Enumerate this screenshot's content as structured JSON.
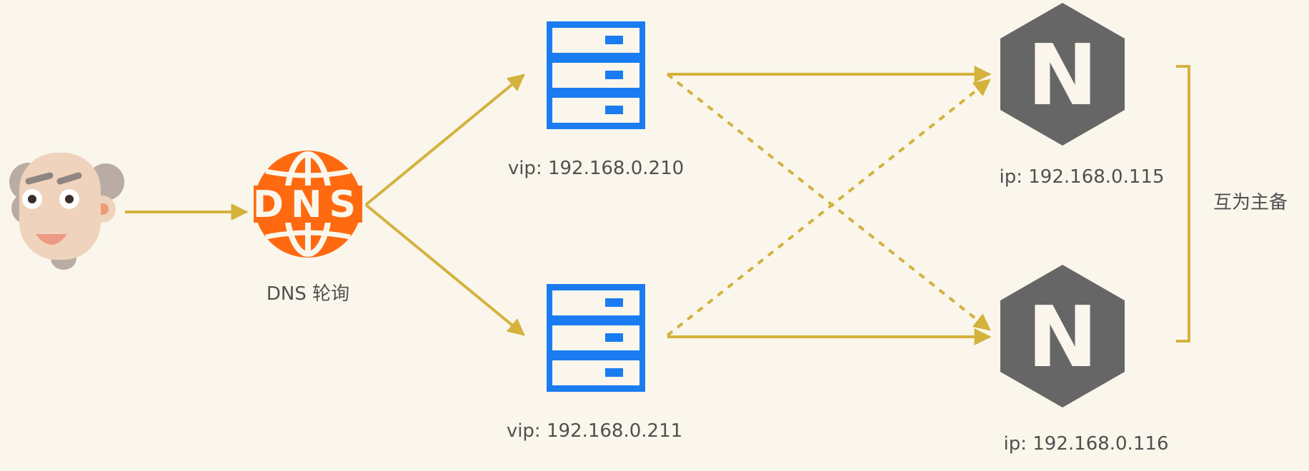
{
  "nodes": {
    "dns_label": "DNS 轮询",
    "server_top_label": "vip: 192.168.0.210",
    "server_bottom_label": "vip: 192.168.0.211",
    "nginx_top_label": "ip: 192.168.0.115",
    "nginx_bottom_label": "ip: 192.168.0.116",
    "dns_logo_text": "DNS",
    "nginx_logo_letter": "N"
  },
  "group": {
    "label": "互为主备"
  },
  "colors": {
    "background": "#faf6ec",
    "arrow": "#d4b23c",
    "dns_orange": "#ff6a10",
    "server_blue": "#1a7cf0",
    "nginx_gray": "#666666",
    "text": "#505050"
  },
  "icons": {
    "user": "user-avatar-icon",
    "dns": "dns-globe-icon",
    "server": "server-rack-icon",
    "nginx": "nginx-hexagon-icon"
  }
}
